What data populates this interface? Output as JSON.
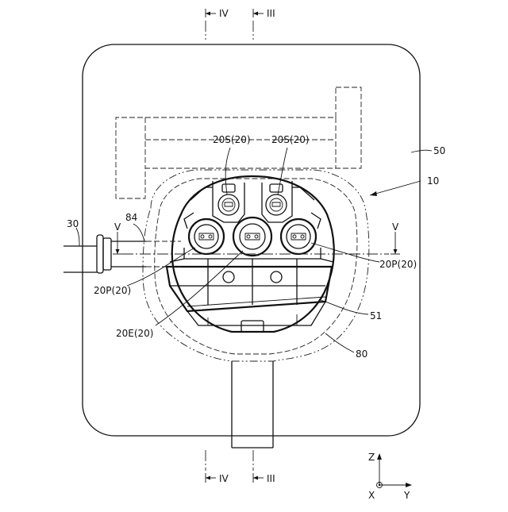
{
  "labels": {
    "section_iv": "IV",
    "section_iii": "III",
    "section_v": "V",
    "ref_50": "50",
    "ref_10": "10",
    "ref_30": "30",
    "ref_84": "84",
    "ref_51": "51",
    "ref_80": "80",
    "sensor_left": "20S(20)",
    "sensor_right": "20S(20)",
    "power_left": "20P(20)",
    "power_right": "20P(20)",
    "earth": "20E(20)"
  },
  "axes": {
    "z": "Z",
    "x": "X",
    "y": "Y"
  }
}
